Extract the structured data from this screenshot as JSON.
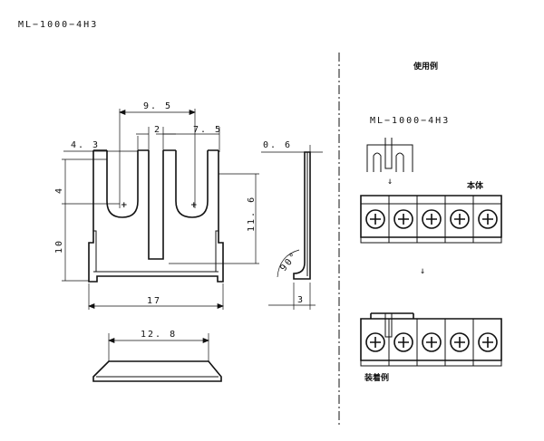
{
  "part_number": "ML−1000−4H3",
  "usage_title": "使用例",
  "usage_part_number": "ML−1000−4H3",
  "body_label": "本体",
  "mounted_label": "装着例",
  "arrow_glyph": "↓",
  "dimensions": {
    "top_span": "9. 5",
    "slot_width": "2",
    "right_offset": "7. 5",
    "left_offset": "4. 3",
    "slot_depth": "4",
    "lower_height": "10",
    "right_height": "11. 6",
    "overall_width": "17",
    "thickness": "0. 6",
    "bend_angle": "90°",
    "flange": "3",
    "bottom_width": "12. 8"
  }
}
